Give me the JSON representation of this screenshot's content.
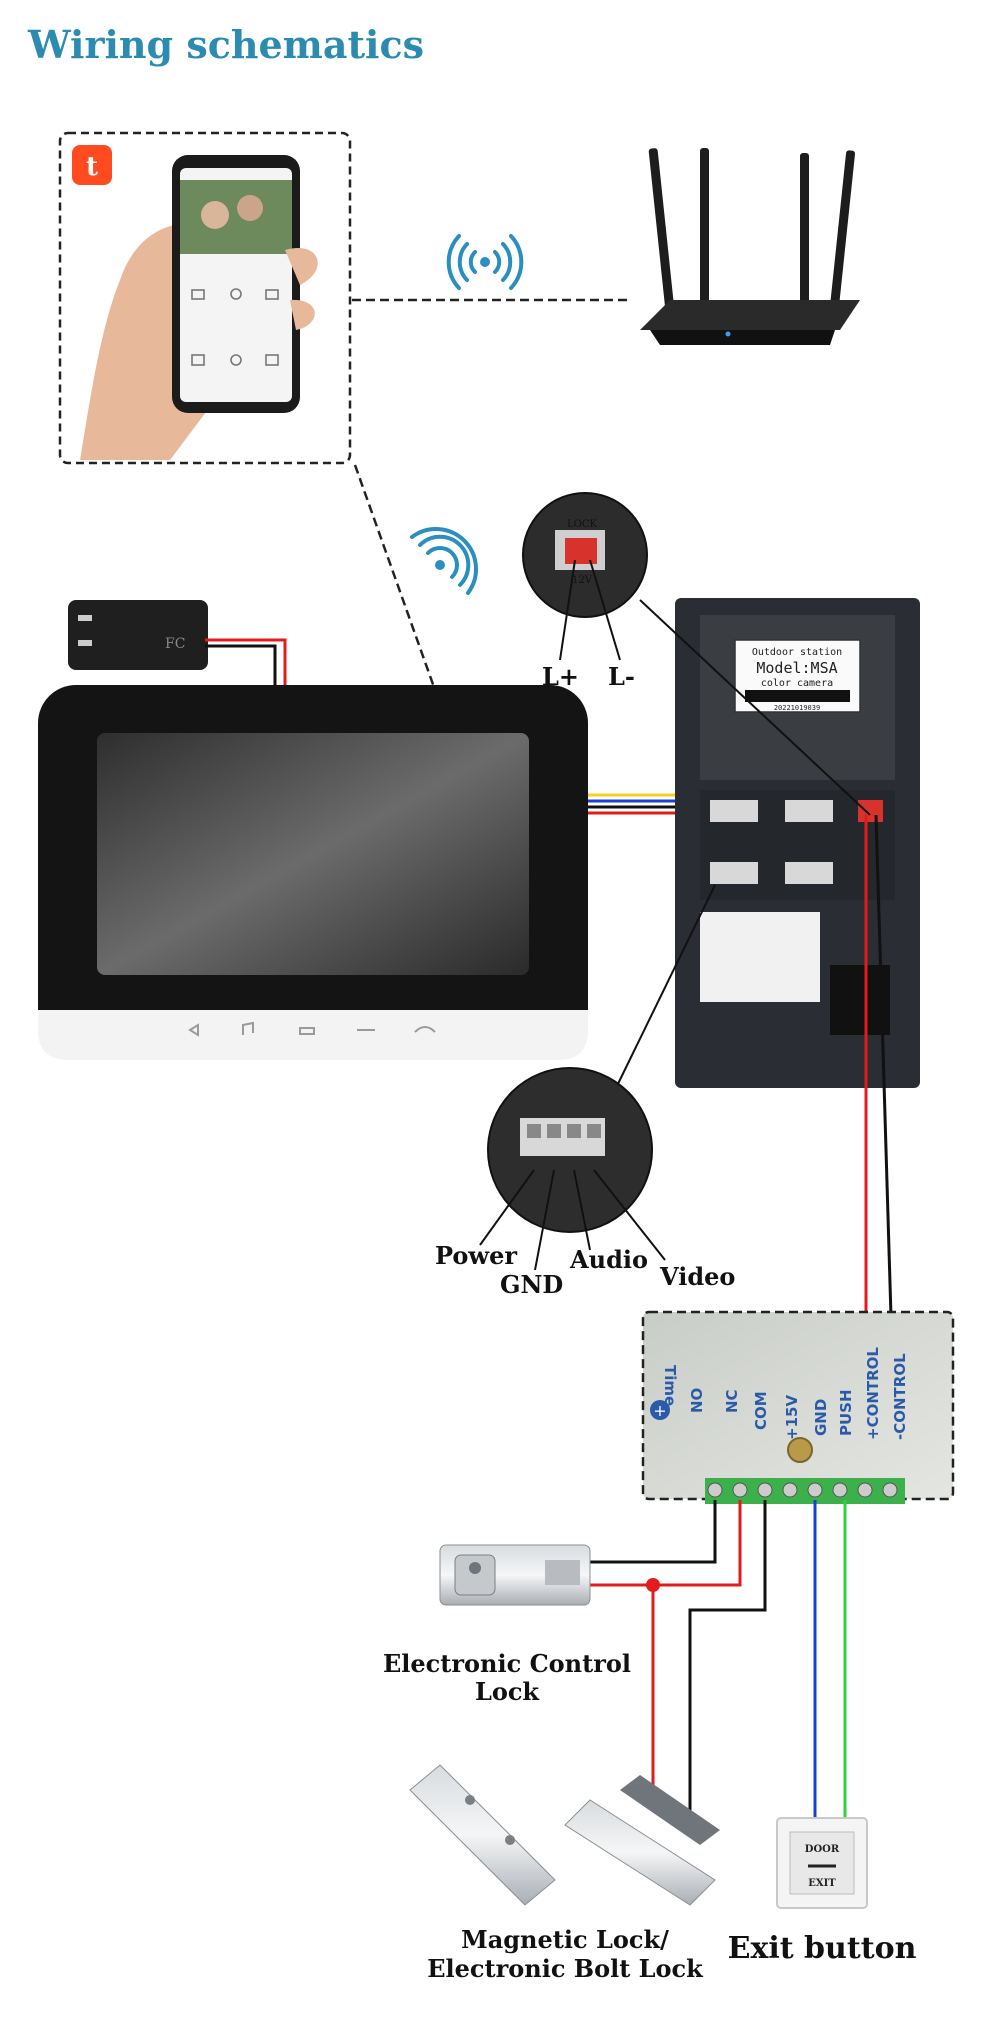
{
  "title": "Wiring schematics",
  "app_logo": "t",
  "handset": {
    "label_l_plus": "L+",
    "label_l_minus": "L-",
    "voltage": "12V",
    "lock_label": "LOCK"
  },
  "outdoor": {
    "station": "Outdoor station",
    "model": "Model:MSA",
    "camera": "color camera",
    "serial": "20221019039"
  },
  "terminals": {
    "power": "Power",
    "gnd": "GND",
    "audio": "Audio",
    "video": "Video"
  },
  "controller": {
    "time": "Time",
    "pins": [
      "NO",
      "NC",
      "COM",
      "+15V",
      "GND",
      "PUSH",
      "+CONTROL",
      "-CONTROL"
    ]
  },
  "devices": {
    "electronic_lock_line1": "Electronic Control",
    "electronic_lock_line2": "Lock",
    "magnetic_line1": "Magnetic  Lock/",
    "magnetic_line2": "Electronic Bolt Lock",
    "exit_button": "Exit button",
    "exit_door": "DOOR",
    "exit_text": "EXIT"
  },
  "colors": {
    "title": "#2b8bb0",
    "wifi": "#2a8fc0",
    "red_wire": "#e21b1b",
    "blue_wire": "#1a3fd6",
    "green_wire": "#2fd23a",
    "yellow_wire": "#f2d21a"
  }
}
